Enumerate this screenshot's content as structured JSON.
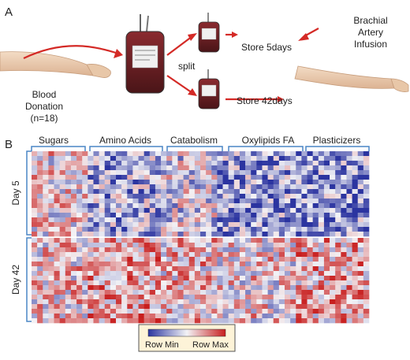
{
  "panels": {
    "a": "A",
    "b": "B"
  },
  "workflow": {
    "donation": [
      "Blood",
      "Donation",
      "(n=18)"
    ],
    "split": "split",
    "store_short": "Store 5days",
    "store_long": "Store 42days",
    "infusion": [
      "Brachial",
      "Artery",
      "Infusion"
    ]
  },
  "heatmap": {
    "groups": [
      "Sugars",
      "Amino Acids",
      "Catabolism",
      "Oxylipids FA",
      "Plasticizers"
    ],
    "rows": [
      "Day 5",
      "Day 42"
    ],
    "legend": {
      "min": "Row Min",
      "max": "Row Max"
    },
    "colors": {
      "low": "#2b34a0",
      "mid": "#f3f3f6",
      "high": "#c81e1e",
      "bracket": "#4a86c5",
      "arrow": "#d42a26"
    }
  }
}
